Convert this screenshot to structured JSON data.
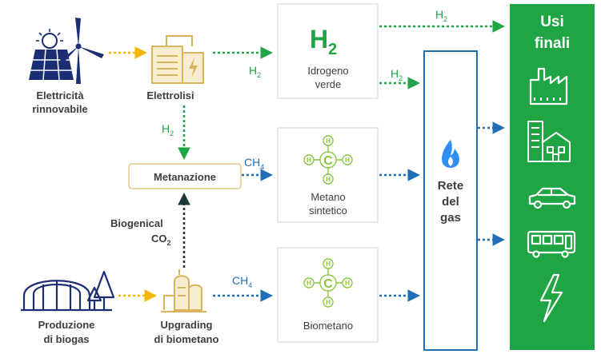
{
  "colors": {
    "green": "#1fa544",
    "green_light": "#8cc63f",
    "blue": "#1e6fb5",
    "navy": "#1b2e73",
    "dark_text": "#3d3d3d",
    "gold": "#d9b45a",
    "gold_fill": "#f8ecd0",
    "yellow_arrow": "#f2b705",
    "dark_teal": "#1d3a3a",
    "flame": "#2f8ef0",
    "panel_green": "#1fa544",
    "border_grey": "#d8d8d8"
  },
  "sources": {
    "renewable": {
      "label_line1": "Elettricità",
      "label_line2": "rinnovabile",
      "icons": [
        "solar-panel-icon",
        "wind-turbine-icon"
      ]
    },
    "biogas": {
      "label_line1": "Produzione",
      "label_line2": "di biogas",
      "icons": [
        "biogas-dome-icon",
        "tree-icon"
      ]
    }
  },
  "processes": {
    "electrolysis": {
      "label": "Elettrolisi",
      "icon": "electrolyzer-icon"
    },
    "methanation": {
      "label": "Metanazione"
    },
    "upgrading": {
      "label_line1": "Upgrading",
      "label_line2": "di biometano",
      "icon": "upgrading-plant-icon"
    }
  },
  "products": {
    "hydrogen": {
      "symbol": "H",
      "subscript": "2",
      "label_line1": "Idrogeno",
      "label_line2": "verde"
    },
    "synthetic_methane": {
      "center_atom": "C",
      "outer_atom": "H",
      "label_line1": "Metano",
      "label_line2": "sintetico"
    },
    "biomethane": {
      "center_atom": "C",
      "outer_atom": "H",
      "label": "Biometano"
    }
  },
  "flow_labels": {
    "h2_base": "H",
    "h2_sub": "2",
    "ch4_base": "CH",
    "ch4_sub": "4",
    "biogenic_line1": "Biogenical",
    "co2_base": "CO",
    "co2_sub": "2"
  },
  "grid": {
    "label_line1": "Rete",
    "label_line2": "del",
    "label_line3": "gas",
    "icon": "flame-icon"
  },
  "end_uses": {
    "title_line1": "Usi",
    "title_line2": "finali",
    "icons": [
      "factory-icon",
      "buildings-icon",
      "car-icon",
      "bus-icon",
      "lightning-icon"
    ]
  }
}
